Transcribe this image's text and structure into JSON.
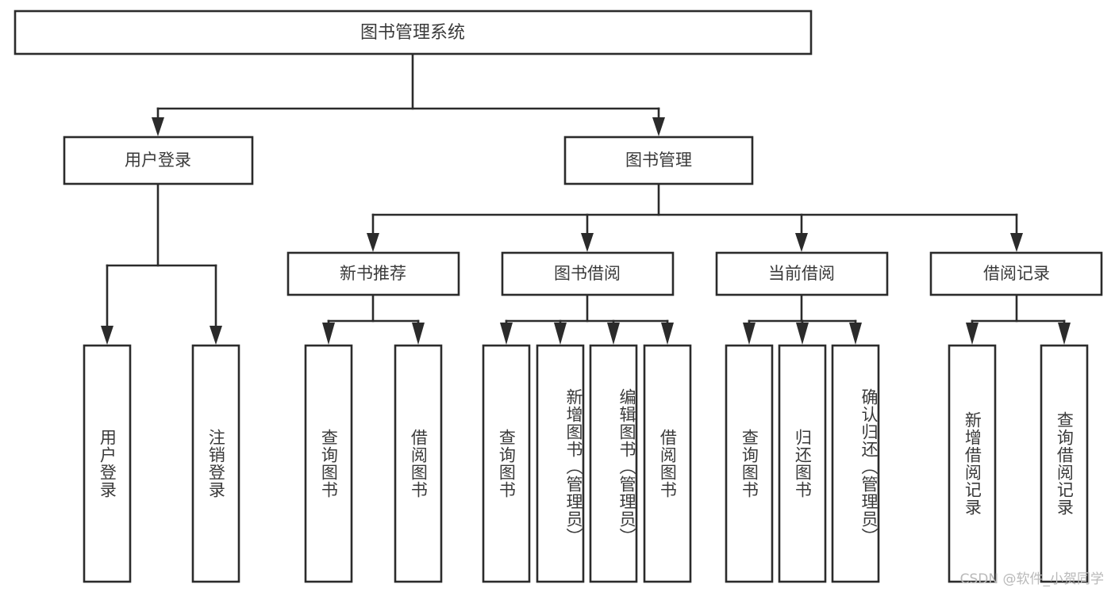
{
  "diagram": {
    "type": "tree",
    "title": "图书管理系统",
    "orientation": "top-down",
    "watermark": "CSDN @软件_小贺同学",
    "colors": {
      "stroke": "#2b2b2b",
      "box_fill": "#ffffff",
      "text": "#3a3a3a",
      "watermark": "#b9b9b9",
      "background": "#ffffff"
    },
    "levels": {
      "root": {
        "label": "图书管理系统"
      },
      "level2": [
        {
          "label": "用户登录"
        },
        {
          "label": "图书管理"
        }
      ],
      "level3": [
        {
          "label": "新书推荐"
        },
        {
          "label": "图书借阅"
        },
        {
          "label": "当前借阅"
        },
        {
          "label": "借阅记录"
        }
      ]
    },
    "nodes": {
      "root": "图书管理系统",
      "user_login": "用户登录",
      "book_manage": "图书管理",
      "new_book_rec": "新书推荐",
      "book_borrow": "图书借阅",
      "current_borrow": "当前借阅",
      "borrow_record": "借阅记录"
    },
    "leaves": {
      "user_login": [
        {
          "label": "用户登录"
        },
        {
          "label": "注销登录"
        }
      ],
      "new_book_rec": [
        {
          "label": "查询图书"
        },
        {
          "label": "借阅图书"
        }
      ],
      "book_borrow": [
        {
          "label": "查询图书"
        },
        {
          "label": "新增图书（管理员）"
        },
        {
          "label": "编辑图书（管理员）"
        },
        {
          "label": "借阅图书"
        }
      ],
      "current_borrow": [
        {
          "label": "查询图书"
        },
        {
          "label": "归还图书"
        },
        {
          "label": "确认归还（管理员）"
        }
      ],
      "borrow_record": [
        {
          "label": "新增借阅记录"
        },
        {
          "label": "查询借阅记录"
        }
      ]
    }
  }
}
